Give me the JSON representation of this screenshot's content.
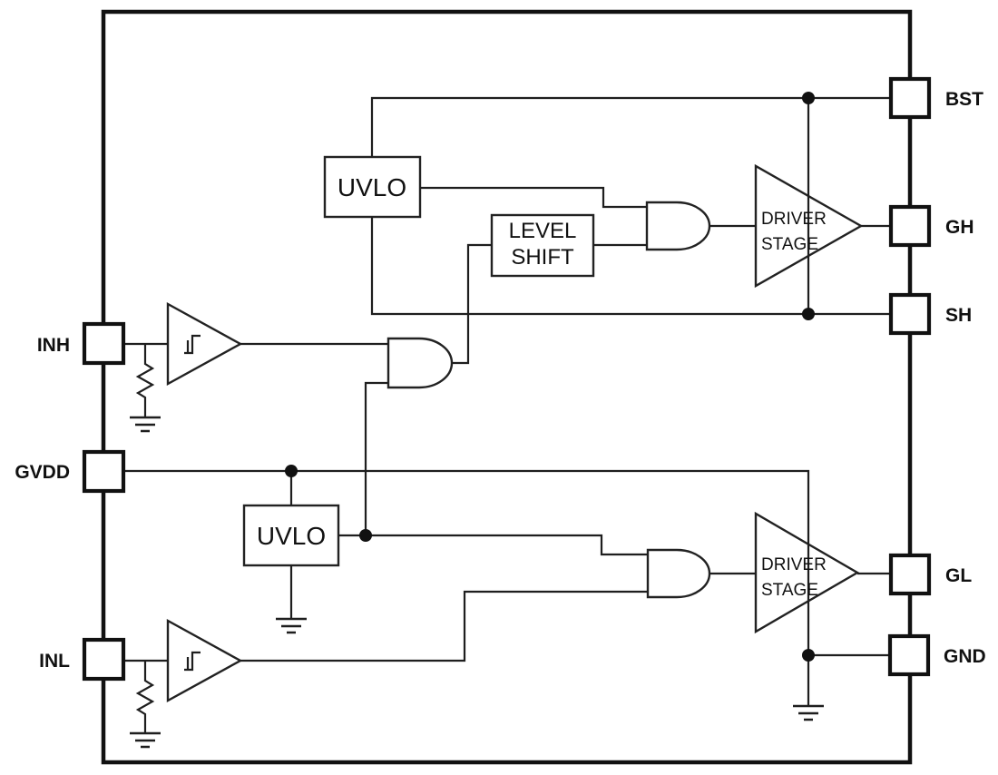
{
  "diagram": {
    "kind": "gate-driver functional block diagram",
    "colors": {
      "stroke": "#1e1e1e",
      "background": "#ffffff"
    }
  },
  "pins": {
    "left": [
      {
        "label": "INH"
      },
      {
        "label": "GVDD"
      },
      {
        "label": "INL"
      }
    ],
    "right": [
      {
        "label": "BST"
      },
      {
        "label": "GH"
      },
      {
        "label": "SH"
      },
      {
        "label": "GL"
      },
      {
        "label": "GND"
      }
    ]
  },
  "blocks": {
    "uvlo_high": {
      "label": "UVLO"
    },
    "uvlo_low": {
      "label": "UVLO"
    },
    "level_shift": {
      "line1": "LEVEL",
      "line2": "SHIFT"
    },
    "driver_high": {
      "line1": "DRIVER",
      "line2": "STAGE"
    },
    "driver_low": {
      "line1": "DRIVER",
      "line2": "STAGE"
    }
  }
}
